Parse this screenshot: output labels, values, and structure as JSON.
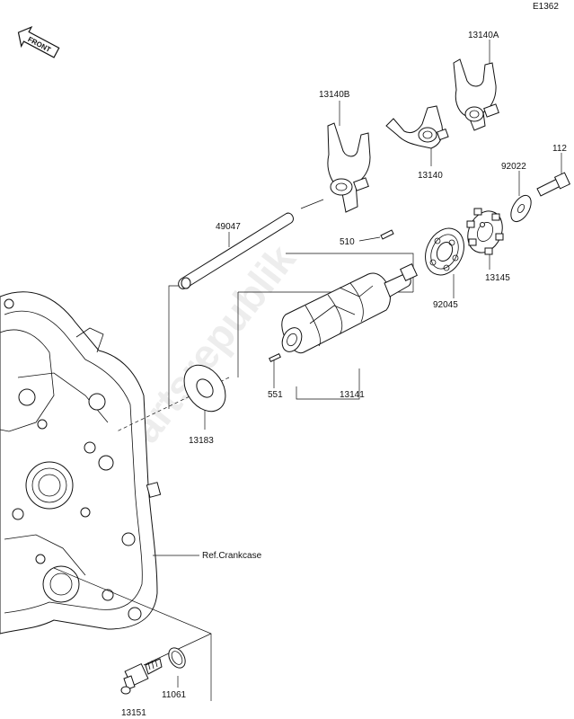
{
  "diagram_code": "E1362",
  "front_label": "FRONT",
  "watermark": "Partsrepublik",
  "ref_label": "Ref.Crankcase",
  "callouts": {
    "p13140A": "13140A",
    "p13140B": "13140B",
    "p13140": "13140",
    "p112": "112",
    "p92022": "92022",
    "p49047": "49047",
    "p510": "510",
    "p13145": "13145",
    "p92045": "92045",
    "p551": "551",
    "p13141": "13141",
    "p13183": "13183",
    "p11061": "11061",
    "p13151": "13151"
  }
}
